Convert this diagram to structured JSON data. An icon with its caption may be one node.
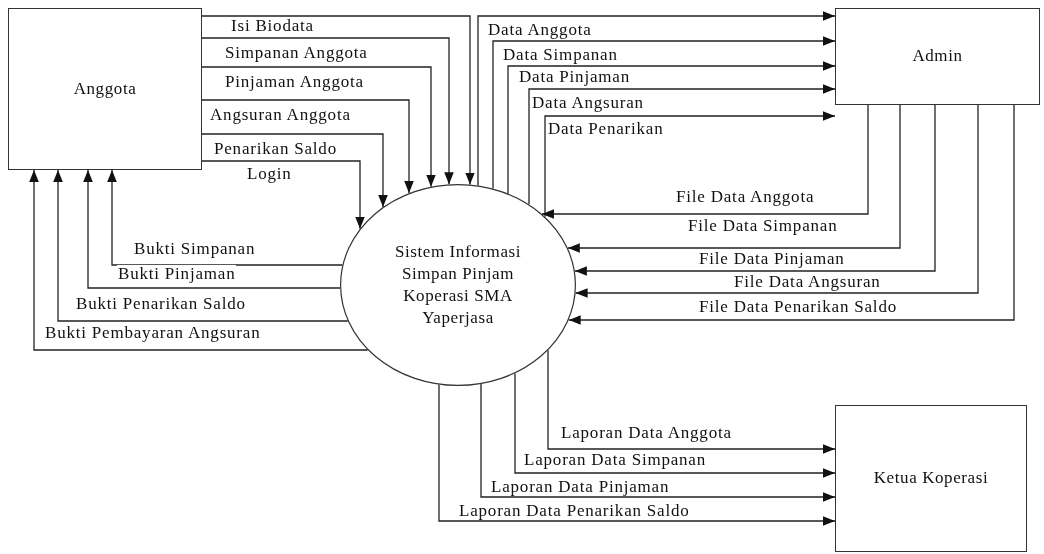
{
  "diagram": {
    "nodes": [
      {
        "text": [
          "Anggota"
        ]
      },
      {
        "text": [
          "Sistem Informasi Simpan Pinjam Koperasi SMA Yaperjasa"
        ]
      },
      {
        "text": [
          "Admin"
        ]
      },
      {
        "text": [
          "Ketua Koperasi"
        ]
      }
    ],
    "edges": [
      {
        "from": 0,
        "to": 1,
        "arrow": "to",
        "label": "Isi Biodata"
      },
      {
        "from": 0,
        "to": 1,
        "arrow": "to",
        "label": "Simpanan Anggota"
      },
      {
        "from": 0,
        "to": 1,
        "arrow": "to",
        "label": "Pinjaman Anggota"
      },
      {
        "from": 0,
        "to": 1,
        "arrow": "to",
        "label": "Angsuran Anggota"
      },
      {
        "from": 0,
        "to": 1,
        "arrow": "to",
        "label": "Penarikan Saldo"
      },
      {
        "from": 0,
        "to": 1,
        "arrow": "to",
        "label": "Login"
      },
      {
        "from": 1,
        "to": 0,
        "arrow": "to",
        "label": "Bukti Simpanan"
      },
      {
        "from": 1,
        "to": 0,
        "arrow": "to",
        "label": "Bukti Pinjaman"
      },
      {
        "from": 1,
        "to": 0,
        "arrow": "to",
        "label": "Bukti Penarikan Saldo"
      },
      {
        "from": 1,
        "to": 0,
        "arrow": "to",
        "label": "Bukti Pembayaran Angsuran"
      },
      {
        "from": 1,
        "to": 2,
        "arrow": "to",
        "label": "Data Anggota"
      },
      {
        "from": 1,
        "to": 2,
        "arrow": "to",
        "label": "Data Simpanan"
      },
      {
        "from": 1,
        "to": 2,
        "arrow": "to",
        "label": "Data Pinjaman"
      },
      {
        "from": 1,
        "to": 2,
        "arrow": "to",
        "label": "Data Angsuran"
      },
      {
        "from": 1,
        "to": 2,
        "arrow": "to",
        "label": "Data Penarikan"
      },
      {
        "from": 2,
        "to": 1,
        "arrow": "to",
        "label": "File Data Anggota"
      },
      {
        "from": 2,
        "to": 1,
        "arrow": "to",
        "label": "File Data Simpanan"
      },
      {
        "from": 2,
        "to": 1,
        "arrow": "to",
        "label": "File Data Pinjaman"
      },
      {
        "from": 2,
        "to": 1,
        "arrow": "to",
        "label": "File Data Angsuran"
      },
      {
        "from": 2,
        "to": 1,
        "arrow": "to",
        "label": "File Data Penarikan Saldo"
      },
      {
        "from": 1,
        "to": 3,
        "arrow": "to",
        "label": "Laporan Data Anggota"
      },
      {
        "from": 1,
        "to": 3,
        "arrow": "to",
        "label": "Laporan Data Simpanan"
      },
      {
        "from": 1,
        "to": 3,
        "arrow": "to",
        "label": "Laporan Data Pinjaman"
      },
      {
        "from": 1,
        "to": 3,
        "arrow": "to",
        "label": "Laporan Data Penarikan Saldo"
      }
    ]
  }
}
